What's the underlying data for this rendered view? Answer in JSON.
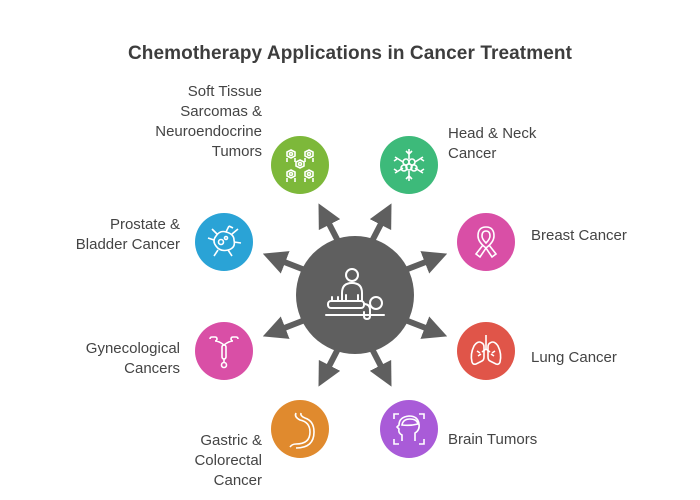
{
  "title": "Chemotherapy Applications in Cancer Treatment",
  "hub": {
    "icon": "patient-treatment-icon",
    "color": "#5f5f5f"
  },
  "nodes": [
    {
      "id": "soft-tissue",
      "label_lines": [
        "Soft Tissue",
        "Sarcomas &",
        "Neuroendocrine",
        "Tumors"
      ],
      "icon": "cells-cluster-icon",
      "color": "#7db83a"
    },
    {
      "id": "head-neck",
      "label_lines": [
        "Head & Neck",
        "Cancer"
      ],
      "icon": "snowflake-cell-icon",
      "color": "#3dba7a"
    },
    {
      "id": "prostate-bladder",
      "label_lines": [
        "Prostate &",
        "Bladder Cancer"
      ],
      "icon": "cancer-cell-icon",
      "color": "#2aa3d6"
    },
    {
      "id": "breast",
      "label_lines": [
        "Breast Cancer"
      ],
      "icon": "ribbon-icon",
      "color": "#d94fa6"
    },
    {
      "id": "gynecological",
      "label_lines": [
        "Gynecological",
        "Cancers"
      ],
      "icon": "iud-icon",
      "color": "#d94fa6"
    },
    {
      "id": "lung",
      "label_lines": [
        "Lung Cancer"
      ],
      "icon": "lungs-icon",
      "color": "#e05549"
    },
    {
      "id": "gastric-colorectal",
      "label_lines": [
        "Gastric &",
        "Colorectal",
        "Cancer"
      ],
      "icon": "stomach-icon",
      "color": "#e08a2e"
    },
    {
      "id": "brain",
      "label_lines": [
        "Brain Tumors"
      ],
      "icon": "brain-scan-icon",
      "color": "#a95bd8"
    }
  ]
}
